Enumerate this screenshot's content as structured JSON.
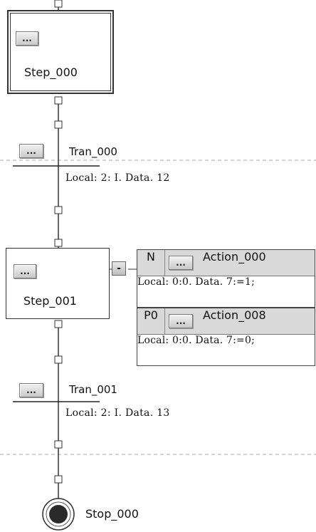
{
  "diagram": {
    "steps": [
      {
        "id": "step0",
        "name": "Step_000",
        "button": "..."
      },
      {
        "id": "step1",
        "name": "Step_001",
        "button": "..."
      }
    ],
    "transitions": [
      {
        "id": "tran0",
        "name": "Tran_000",
        "button": "...",
        "condition": "Local: 2: I. Data. 12"
      },
      {
        "id": "tran1",
        "name": "Tran_001",
        "button": "...",
        "condition": "Local: 2: I. Data. 13"
      }
    ],
    "actions": [
      {
        "qualifier": "N",
        "name": "Action_000",
        "button": "...",
        "body": "Local: 0:0. Data. 7:=1;"
      },
      {
        "qualifier": "P0",
        "name": "Action_008",
        "button": "...",
        "body": "Local: 0:0. Data. 7:=0;"
      }
    ],
    "action_toggle": "-",
    "stop": {
      "name": "Stop_000"
    }
  }
}
